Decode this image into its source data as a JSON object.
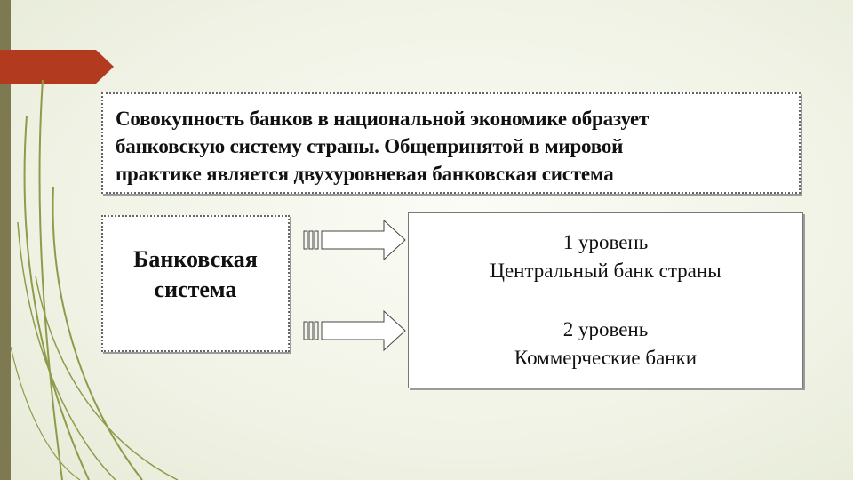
{
  "intro": {
    "lines": [
      "Совокупность банков в национальной экономике образует",
      "банковскую систему страны. Общепринятой в мировой",
      "практике является двухуровневая банковская система"
    ]
  },
  "system": {
    "lines": [
      "Банковская",
      "система"
    ]
  },
  "levels": [
    {
      "number": "1 уровень",
      "name": "Центральный банк страны"
    },
    {
      "number": "2 уровень",
      "name": "Коммерческие банки"
    }
  ],
  "colors": {
    "accent": "#b23a1e",
    "sidebar": "#7d7a52",
    "grass": "#8f9a4a"
  }
}
